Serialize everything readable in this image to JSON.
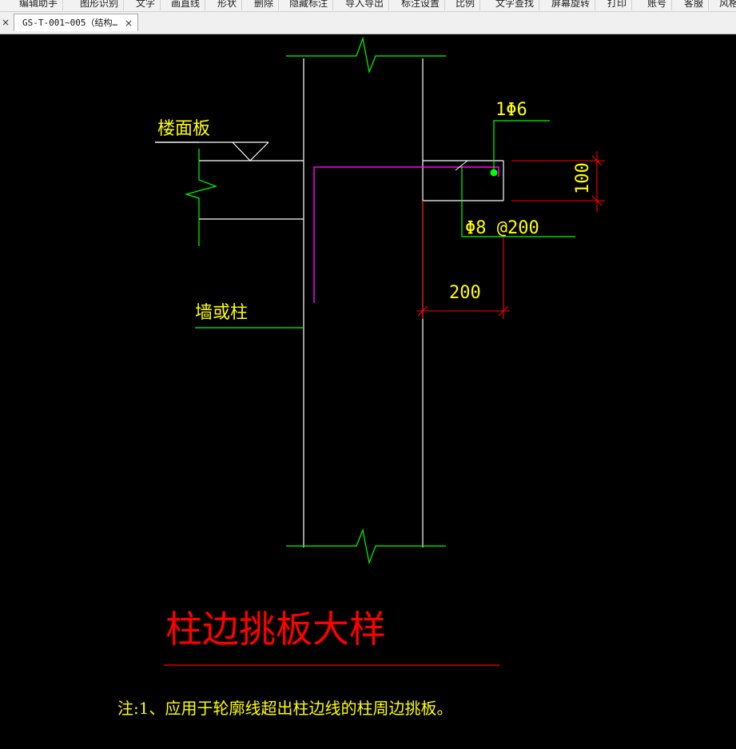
{
  "toolbar": {
    "items": [
      "编辑助手",
      "图形识别",
      "文字",
      "画直线",
      "形状",
      "删除",
      "隐藏标注",
      "导入导出",
      "标注设置",
      "比例",
      "文字查找",
      "屏幕旋转",
      "打印",
      "账号",
      "客服",
      "风格"
    ]
  },
  "tabbar": {
    "close_left": "×",
    "tab_label": "GS-T-001~005（结构…",
    "tab_close": "×"
  },
  "drawing": {
    "floor_slab_label": "楼面板",
    "wall_column_label": "墙或柱",
    "rebar_top_label": "1Φ6",
    "rebar_stirrup_label": "Φ8 @200",
    "dim_height": "100",
    "dim_width": "200",
    "title": "柱边挑板大样",
    "note": "注:1、应用于轮廓线超出柱边线的柱周边挑板。",
    "colors": {
      "green": "#00ff00",
      "white": "#ffffff",
      "yellow": "#ffff00",
      "red": "#ff0000",
      "magenta": "#ff00ff",
      "dot": "#00ff00"
    }
  }
}
